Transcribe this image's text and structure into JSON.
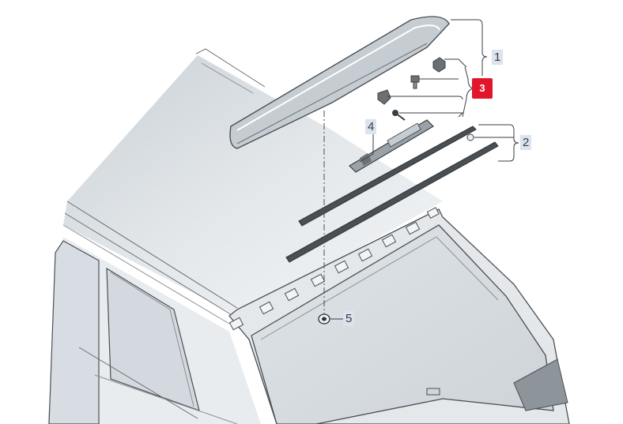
{
  "colors": {
    "body_fill": "#d9dee2",
    "body_light": "#eef1f3",
    "outline": "#4a4f54",
    "part_dark": "#6b7075",
    "part_fill": "#c5ccd2",
    "highlight": "#e2162b",
    "label_bg": "#dbe3ef"
  },
  "callouts": [
    {
      "id": "1",
      "label": "1",
      "active": false
    },
    {
      "id": "2",
      "label": "2",
      "active": false
    },
    {
      "id": "3",
      "label": "3",
      "active": true
    },
    {
      "id": "4",
      "label": "4",
      "active": false
    },
    {
      "id": "5",
      "label": "5",
      "active": false
    }
  ]
}
